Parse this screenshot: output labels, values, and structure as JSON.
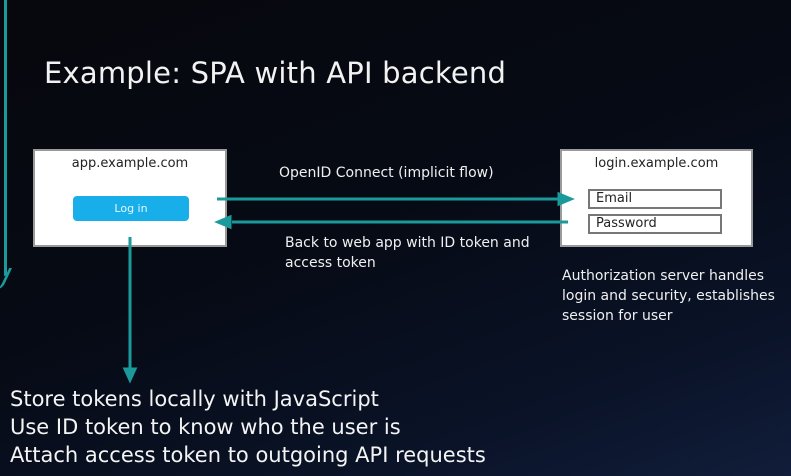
{
  "slide": {
    "title": "Example: SPA with API backend",
    "accent_color": "#1a9a9a"
  },
  "app_box": {
    "domain": "app.example.com",
    "login_button": "Log in",
    "button_color": "#18aeea"
  },
  "login_box": {
    "domain": "login.example.com",
    "email_placeholder": "Email",
    "password_placeholder": "Password"
  },
  "flows": {
    "request_label": "OpenID Connect (implicit flow)",
    "response_label": "Back to web app with ID token and access token"
  },
  "auth_server_note": "Authorization server handles login and security, establishes session for user",
  "client_notes": [
    "Store tokens locally with JavaScript",
    "Use ID token to know who the user is",
    "Attach access token to outgoing API requests"
  ]
}
